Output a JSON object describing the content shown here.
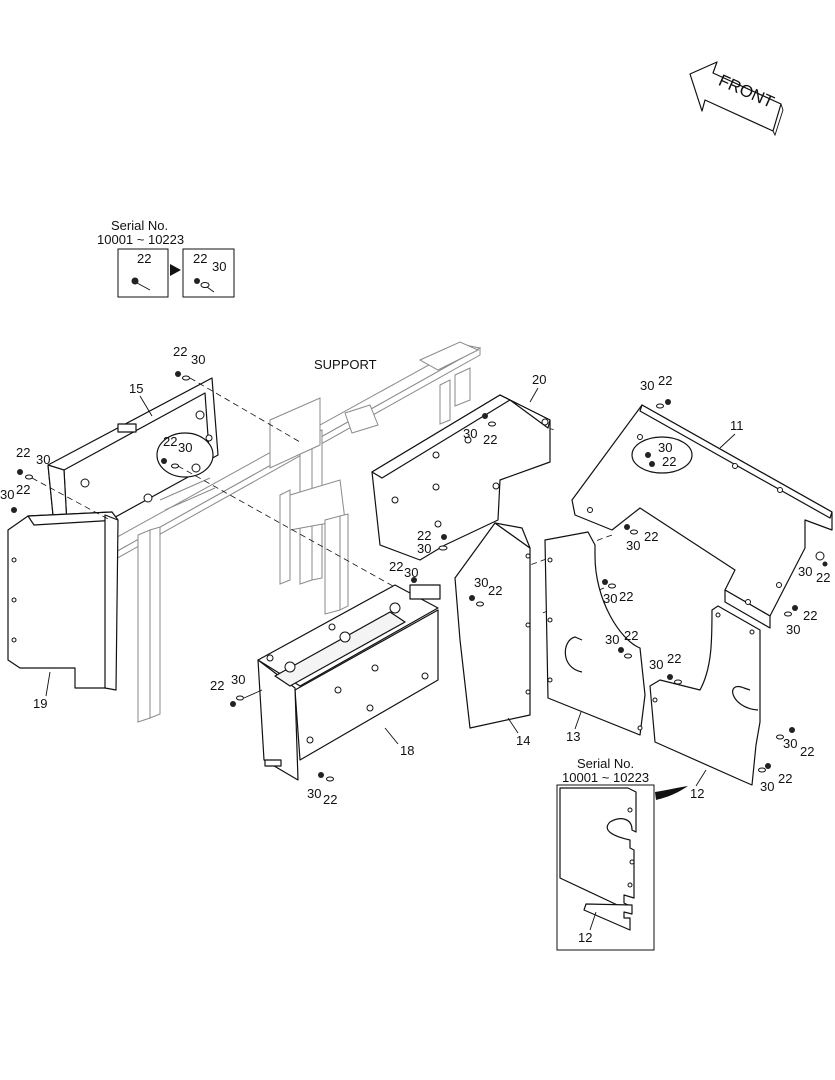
{
  "front_arrow": {
    "label": "FRONT"
  },
  "serial_top": {
    "title": "Serial No.",
    "range": "10001 ~ 10223",
    "old_callout": "22",
    "new_callout_bolt": "22",
    "new_callout_washer": "30"
  },
  "support_label": "SUPPORT",
  "serial_bottom": {
    "title": "Serial No.",
    "range": "10001 ~ 10223",
    "part_label": "12"
  },
  "callouts": {
    "p11": "11",
    "p12": "12",
    "p13": "13",
    "p14": "14",
    "p15": "15",
    "p18": "18",
    "p19": "19",
    "p20": "20",
    "c15_22": "22",
    "c15_30": "30",
    "c15in_22": "22",
    "c15in_30": "30",
    "c19a_22": "22",
    "c19a_30": "30",
    "c19b_22": "22",
    "c19b_30": "30",
    "c20_30": "30",
    "c20_22": "22",
    "c11a_30": "30",
    "c11a_22": "22",
    "c11in_30": "30",
    "c11in_22": "22",
    "c14a_22": "22",
    "c14a_30": "30",
    "c14b_30": "30",
    "c14b_22": "22",
    "c18a_22": "22",
    "c18a_30": "30",
    "c18b_22": "22",
    "c18b_30": "30",
    "c18c_30": "30",
    "c18c_22": "22",
    "c11b_30": "30",
    "c11b_22": "22",
    "c11c_30": "30",
    "c11c_22": "22",
    "c13a_30": "30",
    "c13a_22": "22",
    "c13b_30": "30",
    "c13b_22": "22",
    "c12a_30": "30",
    "c12a_22": "22",
    "c12b_30": "30",
    "c12b_22": "22",
    "c12c_30": "30",
    "c12c_22": "22",
    "c12d_30": "30",
    "c12d_22": "22"
  }
}
